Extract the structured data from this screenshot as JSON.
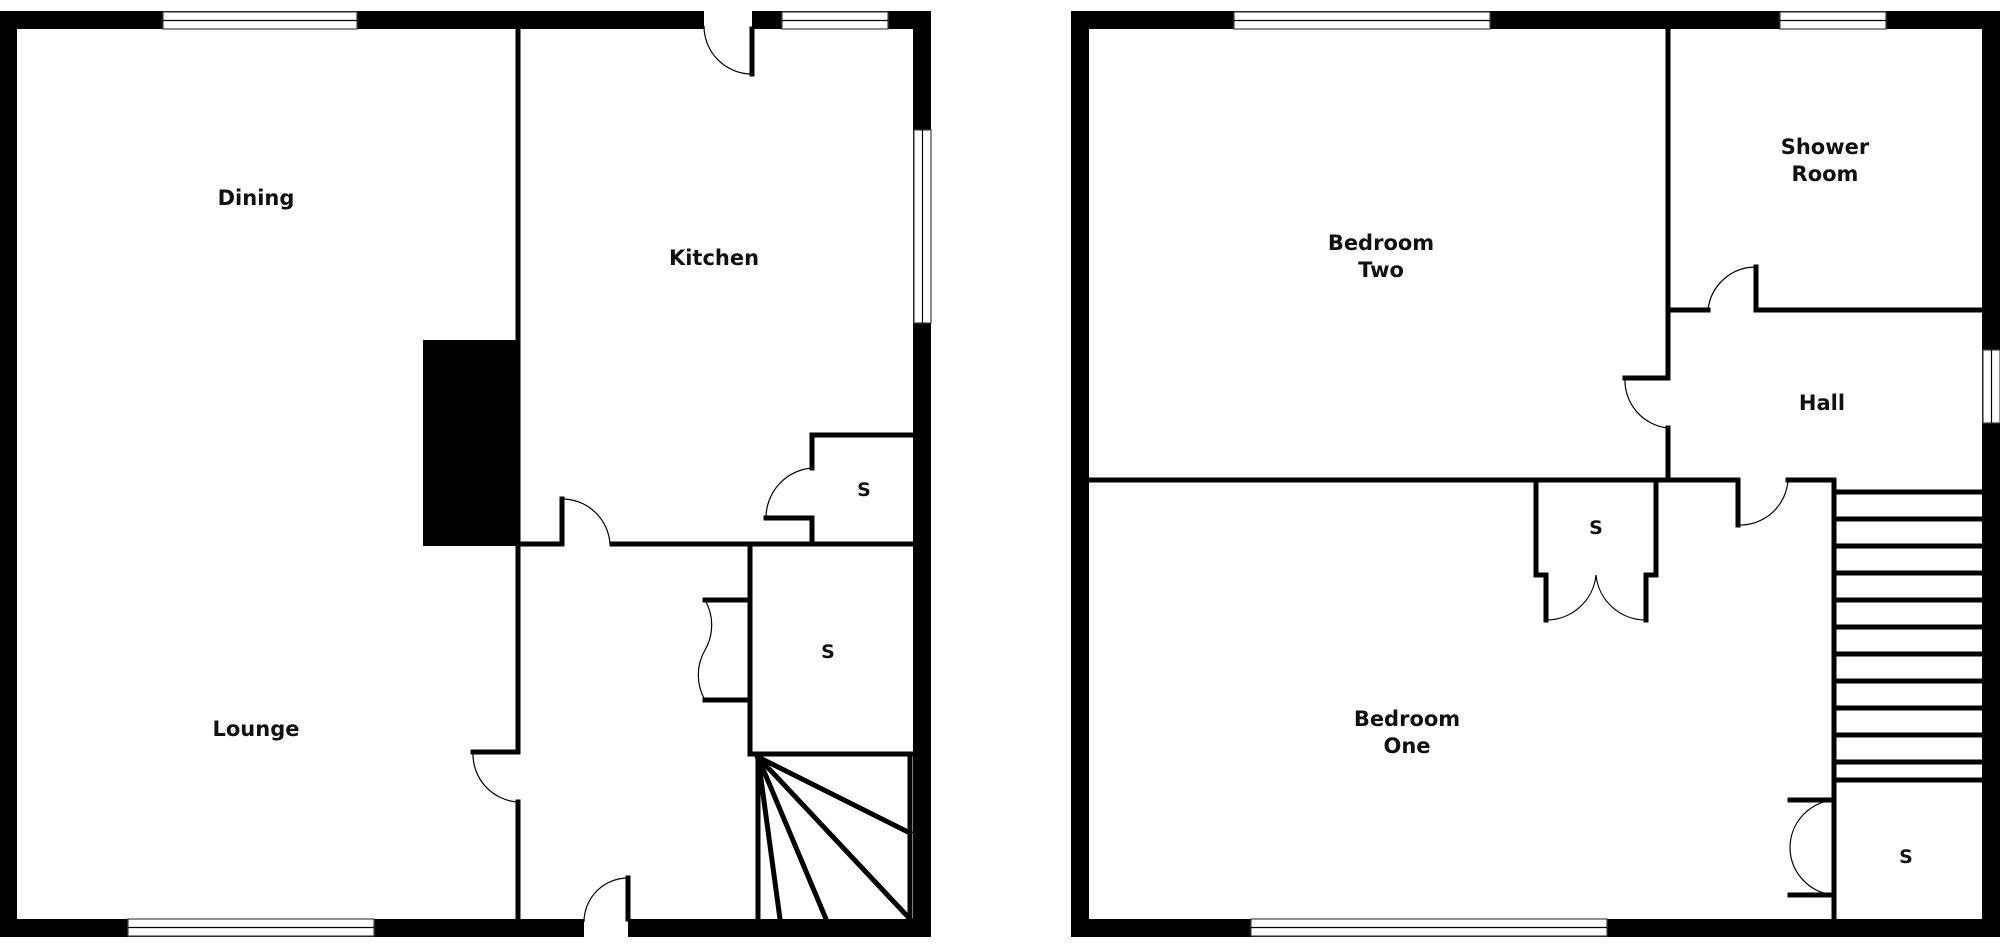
{
  "ground_floor": {
    "rooms": {
      "dining": "Dining",
      "kitchen": "Kitchen",
      "lounge": "Lounge",
      "store_kitchen": "S",
      "store_hall": "S"
    }
  },
  "first_floor": {
    "rooms": {
      "bedroom_two_line1": "Bedroom",
      "bedroom_two_line2": "Two",
      "shower_line1": "Shower",
      "shower_line2": "Room",
      "hall": "Hall",
      "bedroom_one_line1": "Bedroom",
      "bedroom_one_line2": "One",
      "store_bedroom": "S",
      "store_landing": "S"
    }
  }
}
